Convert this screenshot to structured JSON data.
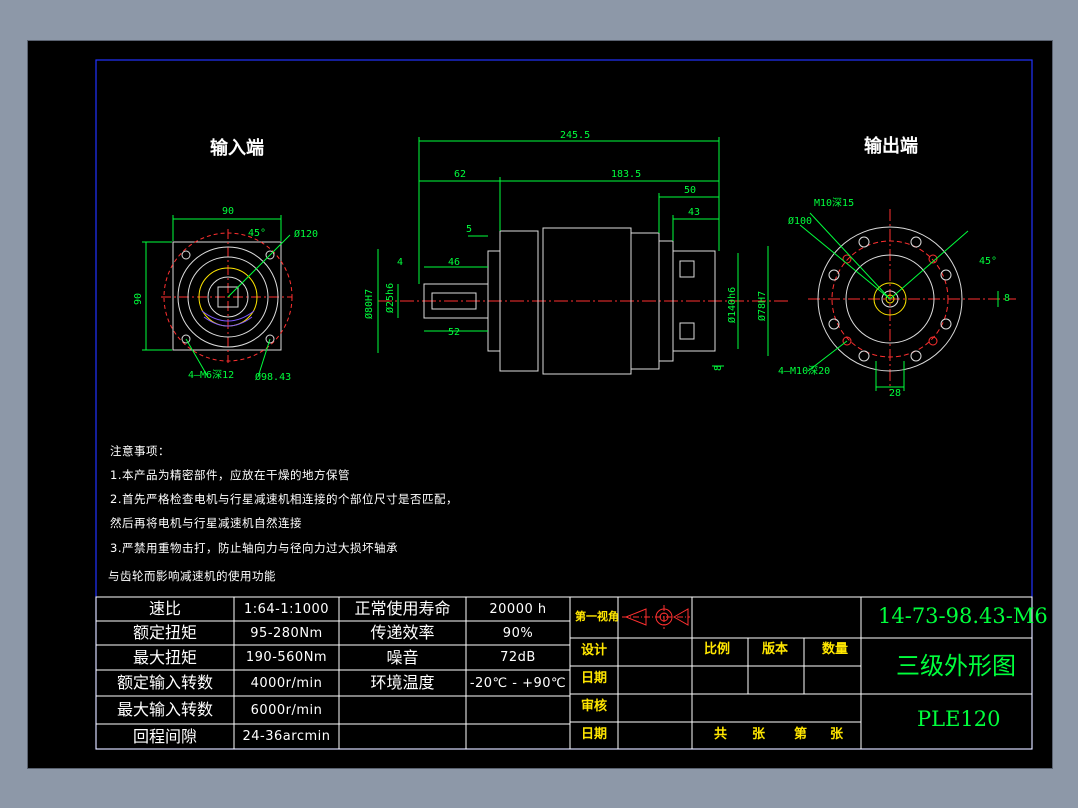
{
  "views": {
    "input_end_title": "输入端",
    "output_end_title": "输出端"
  },
  "dimensions": {
    "total_length": "245.5",
    "len_62": "62",
    "len_183_5": "183.5",
    "len_50": "50",
    "len_43": "43",
    "len_5": "5",
    "len_4": "4",
    "len_46": "46",
    "len_52": "52",
    "shaft_dia": "Ø25h6",
    "pilot_dia": "Ø80H7",
    "out_pilot": "Ø140h6",
    "out_shaft": "Ø78H7",
    "len_8a": "8",
    "in_90_h": "90",
    "in_90_v": "90",
    "in_angle": "45°",
    "in_dia120": "Ø120",
    "in_holes": "4—M6深12",
    "in_pcd": "Ø98.43",
    "out_m10_top": "M10深15",
    "out_dia100": "Ø100",
    "out_holes": "4—M10深20",
    "out_angle": "45°",
    "out_28": "28",
    "out_8": "8"
  },
  "notes": {
    "title": "注意事项：",
    "line1": "1.本产品为精密部件，应放在干燥的地方保管",
    "line2": "2.首先严格检查电机与行星减速机相连接的个部位尺寸是否匹配，",
    "line3": "然后再将电机与行星减速机自然连接",
    "line4": "3.严禁用重物击打，防止轴向力与径向力过大损坏轴承",
    "line5": "与齿轮而影响减速机的使用功能"
  },
  "specs": [
    {
      "label": "速比",
      "value": "1:64-1:1000",
      "label2": "正常使用寿命",
      "value2": "20000 h"
    },
    {
      "label": "额定扭矩",
      "value": "95-280Nm",
      "label2": "传递效率",
      "value2": "90%"
    },
    {
      "label": "最大扭矩",
      "value": "190-560Nm",
      "label2": "噪音",
      "value2": "72dB"
    },
    {
      "label": "额定输入转数",
      "value": "4000r/min",
      "label2": "环境温度",
      "value2": "-20℃ - +90℃"
    },
    {
      "label": "最大输入转数",
      "value": "6000r/min",
      "label2": "",
      "value2": ""
    },
    {
      "label": "回程间隙",
      "value": "24-36arcmin",
      "label2": "",
      "value2": ""
    }
  ],
  "title_block": {
    "projection": "第一视角",
    "design": "设计",
    "date1": "日期",
    "review": "审核",
    "date2": "日期",
    "scale": "比例",
    "version": "版本",
    "quantity": "数量",
    "sheet_total": "共",
    "sheet_unit1": "张",
    "sheet_index": "第",
    "sheet_unit2": "张",
    "drawing_number": "14-73-98.43-M6",
    "drawing_title": "三级外形图",
    "model": "PLE120"
  },
  "colors": {
    "background": "#000000",
    "frame": "#0000ff",
    "table_lines": "#ffffff",
    "title_text": "#00ff3c",
    "label_text": "#ffe600",
    "centerline": "#ff0000",
    "dimension": "#00ff3c"
  }
}
